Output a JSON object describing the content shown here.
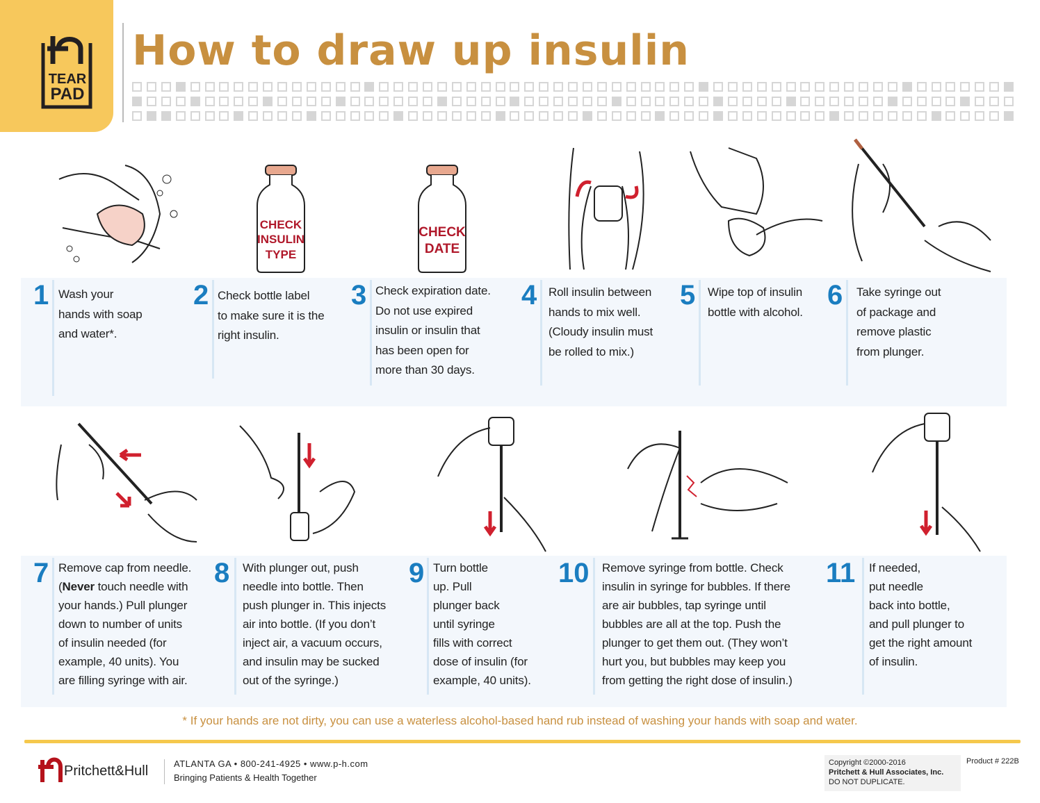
{
  "logo": {
    "line1": "TEAR",
    "line2": "PAD"
  },
  "title": "How to draw up insulin",
  "bottle_labels": {
    "type": [
      "CHECK",
      "INSULIN",
      "TYPE"
    ],
    "date": [
      "CHECK",
      "DATE"
    ]
  },
  "steps": [
    {
      "number": "1",
      "text": "Wash your\nhands with soap\nand water*."
    },
    {
      "number": "2",
      "text": "Check bottle label\nto make sure it is the\nright insulin."
    },
    {
      "number": "3",
      "text": "Check expiration date.\nDo not use expired\ninsulin or insulin that\nhas been open for\nmore than 30 days."
    },
    {
      "number": "4",
      "text": "Roll insulin between\nhands to mix well.\n(Cloudy insulin must\nbe rolled to mix.)"
    },
    {
      "number": "5",
      "text": "Wipe top of insulin\nbottle with alcohol."
    },
    {
      "number": "6",
      "text": "Take syringe out\nof package and\nremove plastic\nfrom plunger."
    },
    {
      "number": "7",
      "text_before": "Remove cap from needle.\n(",
      "text_bold": "Never",
      "text_after": " touch needle with\nyour hands.) Pull plunger\ndown to number of units\nof insulin needed (for\nexample, 40 units).  You\nare filling syringe with air."
    },
    {
      "number": "8",
      "text": "With plunger out, push\nneedle into bottle.  Then\npush plunger in.  This injects\nair into bottle.  (If you don’t\ninject air, a vacuum occurs,\nand insulin may be sucked\nout of the syringe.)"
    },
    {
      "number": "9",
      "text": "Turn bottle\nup.  Pull\nplunger back\nuntil syringe\nfills with correct\ndose of insulin (for\nexample, 40 units)."
    },
    {
      "number": "10",
      "text": "Remove syringe from bottle.  Check\ninsulin in syringe for bubbles.  If there\nare air bubbles, tap syringe until\nbubbles are all at the top.  Push the\nplunger to get them out.  (They won’t\nhurt you, but bubbles may keep you\nfrom getting the right dose of insulin.)"
    },
    {
      "number": "11",
      "text": "If needed,\nput needle\nback into bottle,\nand pull plunger to\nget the right amount\nof insulin."
    }
  ],
  "footnote": "* If your hands are not dirty, you can use a waterless alcohol-based hand rub instead of washing your hands with soap and water.",
  "footer": {
    "company": "Pritchett&Hull",
    "address": "ATLANTA  GA • 800-241-4925 • www.p-h.com",
    "tagline": "Bringing Patients & Health Together",
    "copyright": "Copyright ©2000-2016",
    "owner": "Pritchett & Hull Associates, Inc.",
    "notice": "DO NOT DUPLICATE.",
    "product": "Product # 222B"
  },
  "colors": {
    "title": "#c89040",
    "number": "#1a7dc0",
    "accent": "#f7c85c",
    "arrow": "#d0202e"
  }
}
